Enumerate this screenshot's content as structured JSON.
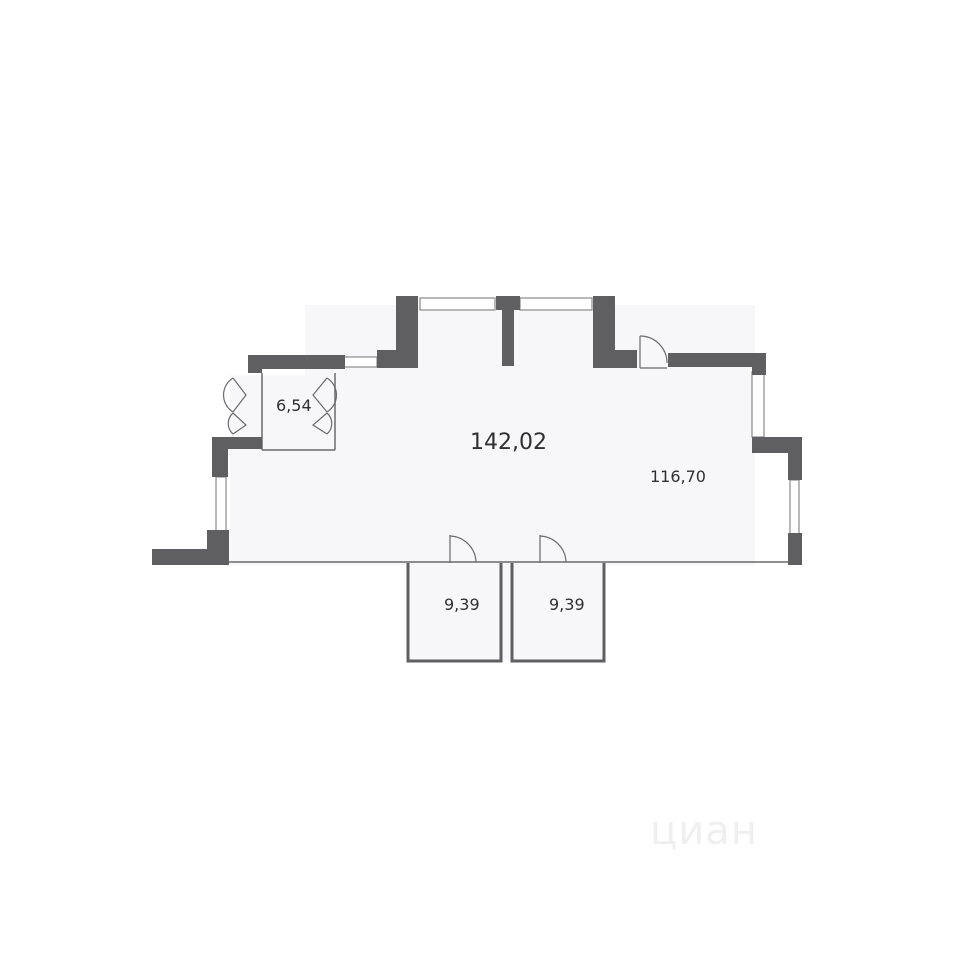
{
  "plan": {
    "total_area": "142,02",
    "rooms": [
      {
        "id": "main",
        "area": "116,70"
      },
      {
        "id": "closet",
        "area": "6,54"
      },
      {
        "id": "room-a",
        "area": "9,39"
      },
      {
        "id": "room-b",
        "area": "9,39"
      }
    ]
  },
  "watermark": "циан",
  "colors": {
    "wall": "#5f5f61",
    "floor": "#f7f7fa",
    "line": "#6a6a6a"
  }
}
